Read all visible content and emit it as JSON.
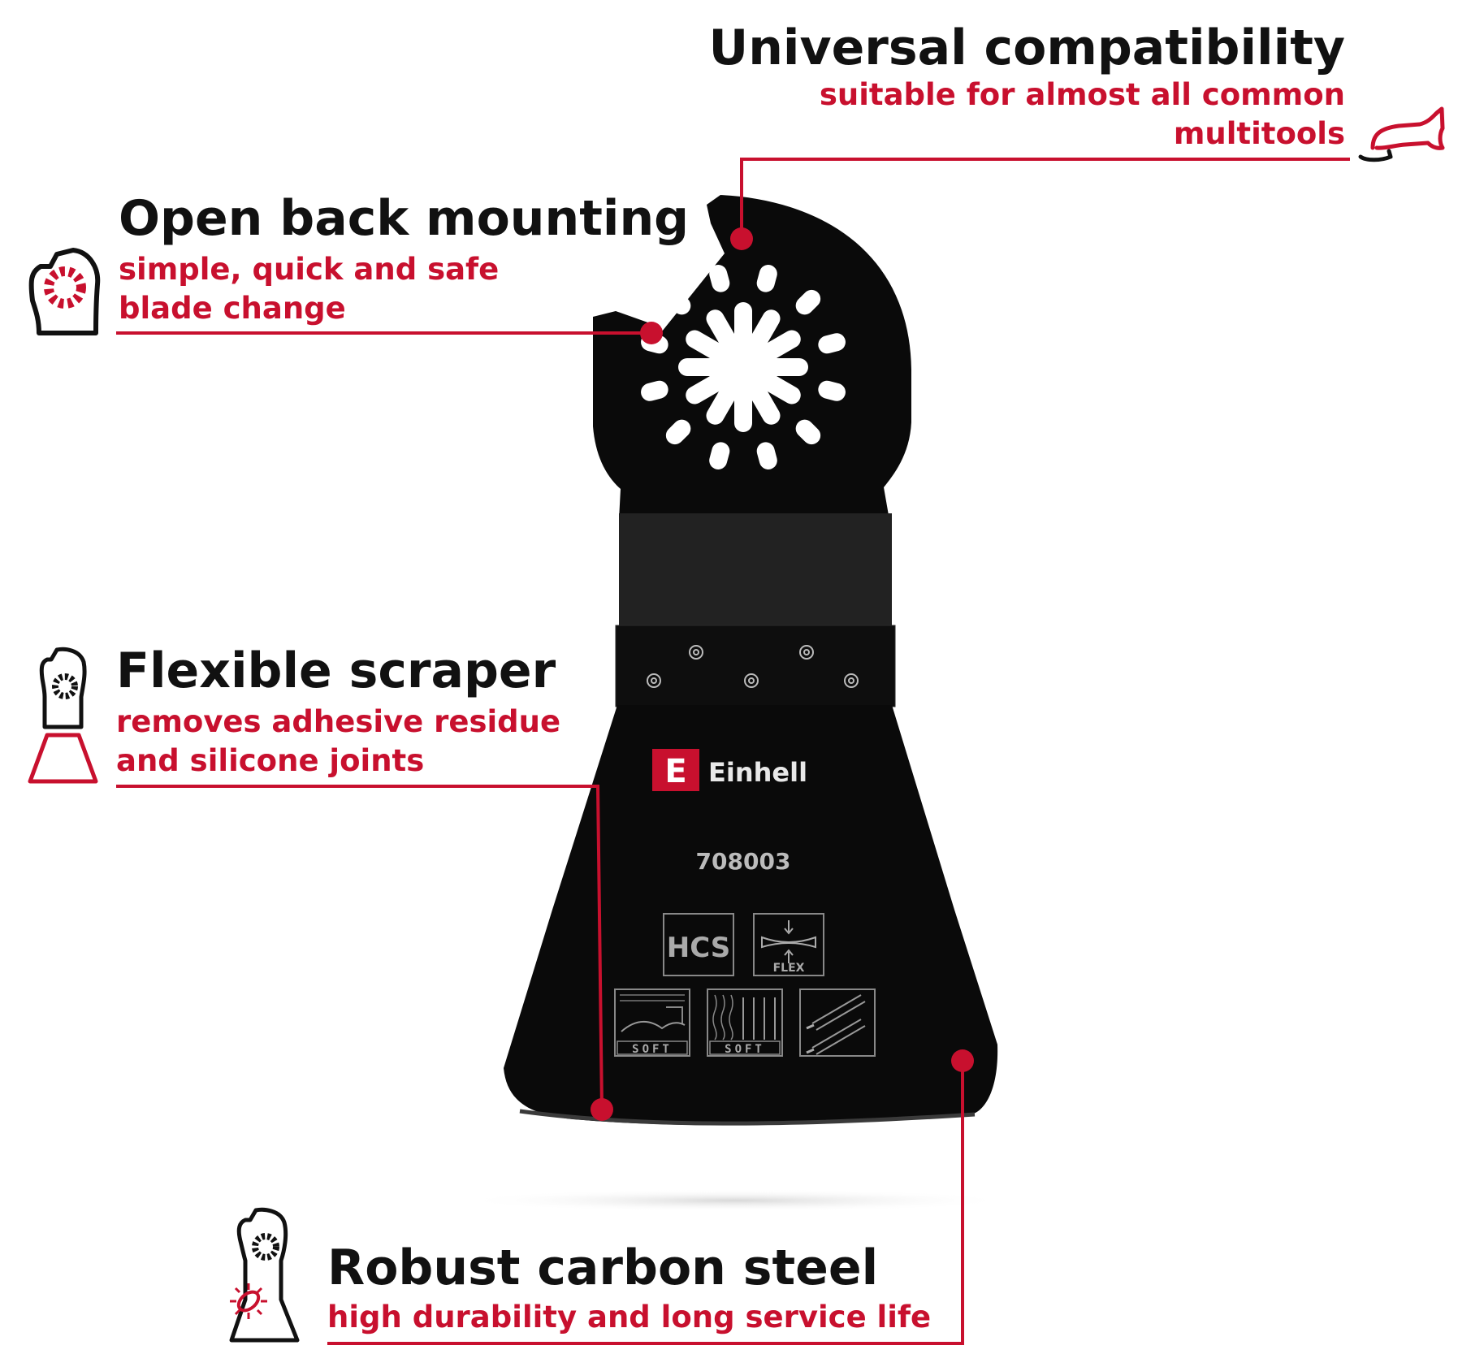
{
  "features": [
    {
      "title": "Universal compatibility",
      "lines": [
        "suitable for almost all common",
        "multitools"
      ],
      "icon": "multitool-icon"
    },
    {
      "title": "Open back mounting",
      "lines": [
        "simple, quick and safe",
        "blade change"
      ],
      "icon": "open-back-mount-icon"
    },
    {
      "title": "Flexible scraper",
      "lines": [
        "removes adhesive residue",
        "and silicone joints"
      ],
      "icon": "flexible-scraper-icon"
    },
    {
      "title": "Robust carbon steel",
      "lines": [
        "high durability and long service life"
      ],
      "icon": "carbon-steel-icon"
    }
  ],
  "blade": {
    "brand": "Einhell",
    "article_number": "708003",
    "material_badge": "HCS",
    "flex_badge": "FLEX",
    "material_labels": [
      "SOFT",
      "SOFT"
    ]
  },
  "colors": {
    "accent": "#c8102e",
    "text": "#111111",
    "blade": "#0a0a0a"
  }
}
